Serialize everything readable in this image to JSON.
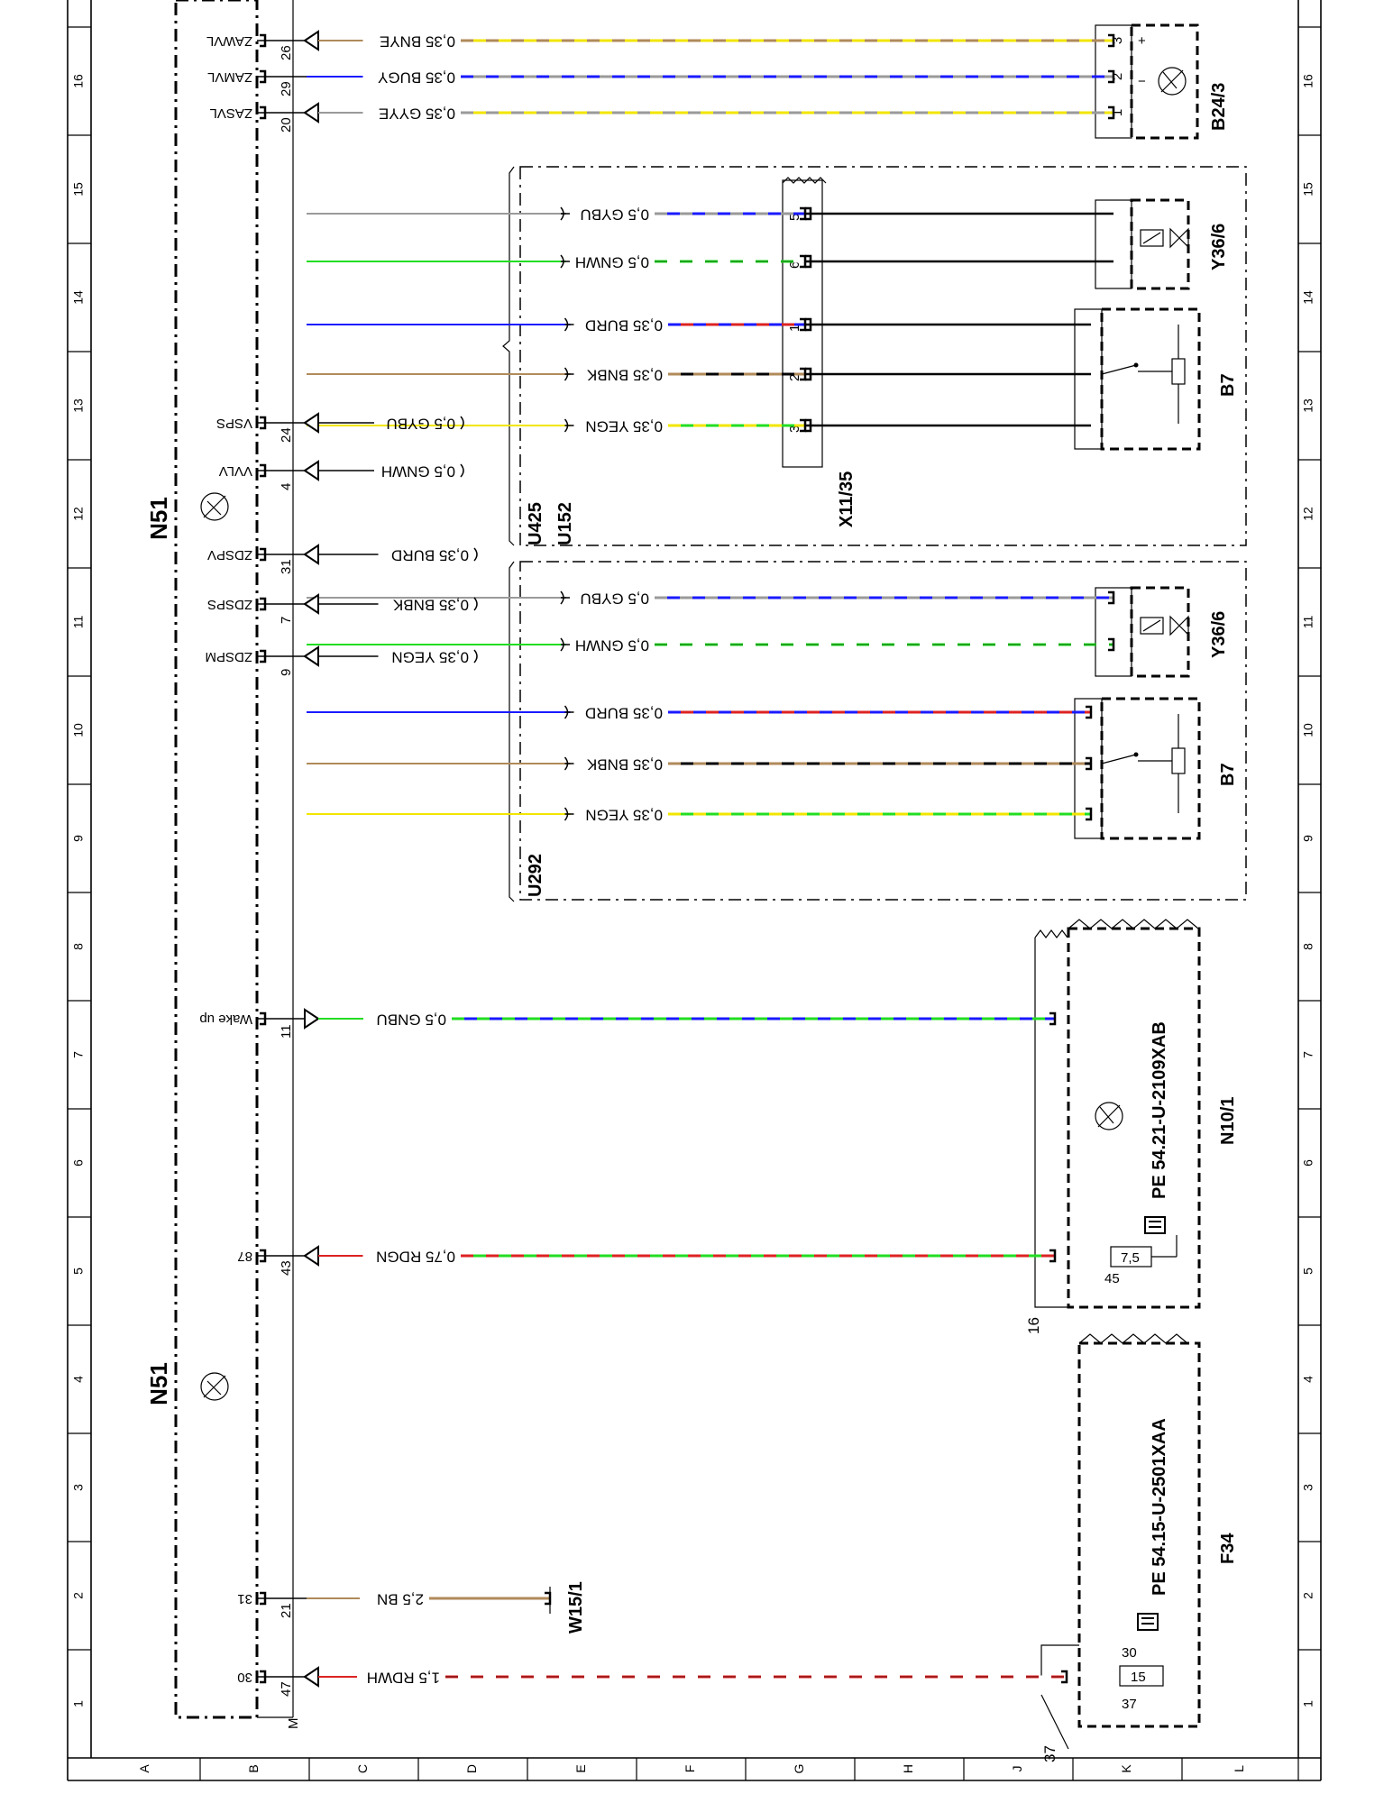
{
  "grid": {
    "columns": [
      "1",
      "2",
      "3",
      "4",
      "5",
      "6",
      "7",
      "8",
      "9",
      "10",
      "11",
      "12",
      "13",
      "14",
      "15",
      "16"
    ],
    "rows": [
      "A",
      "B",
      "C",
      "D",
      "E",
      "F",
      "G",
      "H",
      "J",
      "K",
      "L"
    ]
  },
  "components": {
    "n51_top": "N51",
    "n51_bottom": "N51",
    "u425": "U425",
    "u152": "U152",
    "u292": "U292",
    "x11_35": "X11/35",
    "b24_3": "B24/3",
    "y36_6_a": "Y36/6",
    "y36_6_b": "Y36/6",
    "b7_a": "B7",
    "b7_b": "B7",
    "n10_1": "N10/1",
    "n10_pe": "PE  54.21-U-2109XAB",
    "f34": "F34",
    "f34_pe": "PE  54.15-U-2501XAA",
    "w15_1": "W15/1",
    "ground_m": "M",
    "ref_16": "16",
    "ref_37": "37"
  },
  "n51_pins": [
    {
      "num": "26",
      "name": "ZAWVL"
    },
    {
      "num": "29",
      "name": "ZAMVL"
    },
    {
      "num": "20",
      "name": "ZASVL"
    },
    {
      "num": "24",
      "name": "VSPS"
    },
    {
      "num": "4",
      "name": "VVLV"
    },
    {
      "num": "31",
      "name": "ZDSPV"
    },
    {
      "num": "7",
      "name": "ZDSPS"
    },
    {
      "num": "9",
      "name": "ZDSPM"
    },
    {
      "num": "11",
      "name": "Wake up"
    },
    {
      "num": "43",
      "name": "87"
    },
    {
      "num": "21",
      "name": "31"
    },
    {
      "num": "47",
      "name": "30"
    }
  ],
  "wires": [
    {
      "label": "0,35 BNYE",
      "c1": "#b08a5a",
      "c2": "#f2e600"
    },
    {
      "label": "0,35 BUGY",
      "c1": "#1a1aff",
      "c2": "#9a9a9a"
    },
    {
      "label": "0,35 GYYE",
      "c1": "#9a9a9a",
      "c2": "#f2e600"
    },
    {
      "label": "0,5 GYBU",
      "c1": "#9a9a9a",
      "c2": "#1a1aff"
    },
    {
      "label": "0,5 GNWH",
      "c1": "#22dd22",
      "c2": "#ffffff"
    },
    {
      "label": "0,35 BURD",
      "c1": "#1a1aff",
      "c2": "#dd2222"
    },
    {
      "label": "0,35 BNBK",
      "c1": "#b08a5a",
      "c2": "#000000"
    },
    {
      "label": "0,35 YEGN",
      "c1": "#f2e600",
      "c2": "#22dd22"
    },
    {
      "label": "0,5 GYBU",
      "c1": "#9a9a9a",
      "c2": "#1a1aff"
    },
    {
      "label": "0,5 GNWH",
      "c1": "#22dd22",
      "c2": "#ffffff"
    },
    {
      "label": "0,35 BURD",
      "c1": "#1a1aff",
      "c2": "#dd2222"
    },
    {
      "label": "0,35 BNBK",
      "c1": "#b08a5a",
      "c2": "#000000"
    },
    {
      "label": "0,35 YEGN",
      "c1": "#f2e600",
      "c2": "#22dd22"
    },
    {
      "label": "0,5 GNBU",
      "c1": "#22dd22",
      "c2": "#1a1aff"
    },
    {
      "label": "0,75 RDGN",
      "c1": "#dd2222",
      "c2": "#22dd22"
    },
    {
      "label": "2,5 BN",
      "c1": "#b08a5a",
      "c2": "#b08a5a"
    },
    {
      "label": "1,5 RDWH",
      "c1": "#dd2222",
      "c2": "#ffffff"
    }
  ],
  "left_wires": [
    {
      "label": "0,5 GYBU"
    },
    {
      "label": "0,5 GNWH"
    },
    {
      "label": "0,35 BURD"
    },
    {
      "label": "0,35 BNBK"
    },
    {
      "label": "0,35 YEGN"
    }
  ],
  "fuse_n10": {
    "value": "7,5",
    "pin": "45"
  },
  "fuse_f34": {
    "value": "15",
    "pin_top": "30",
    "pin_bottom": "37"
  },
  "b24_pins": [
    "3",
    "2",
    "1"
  ],
  "x11_pins": [
    "5",
    "6",
    "1",
    "2",
    "3"
  ]
}
